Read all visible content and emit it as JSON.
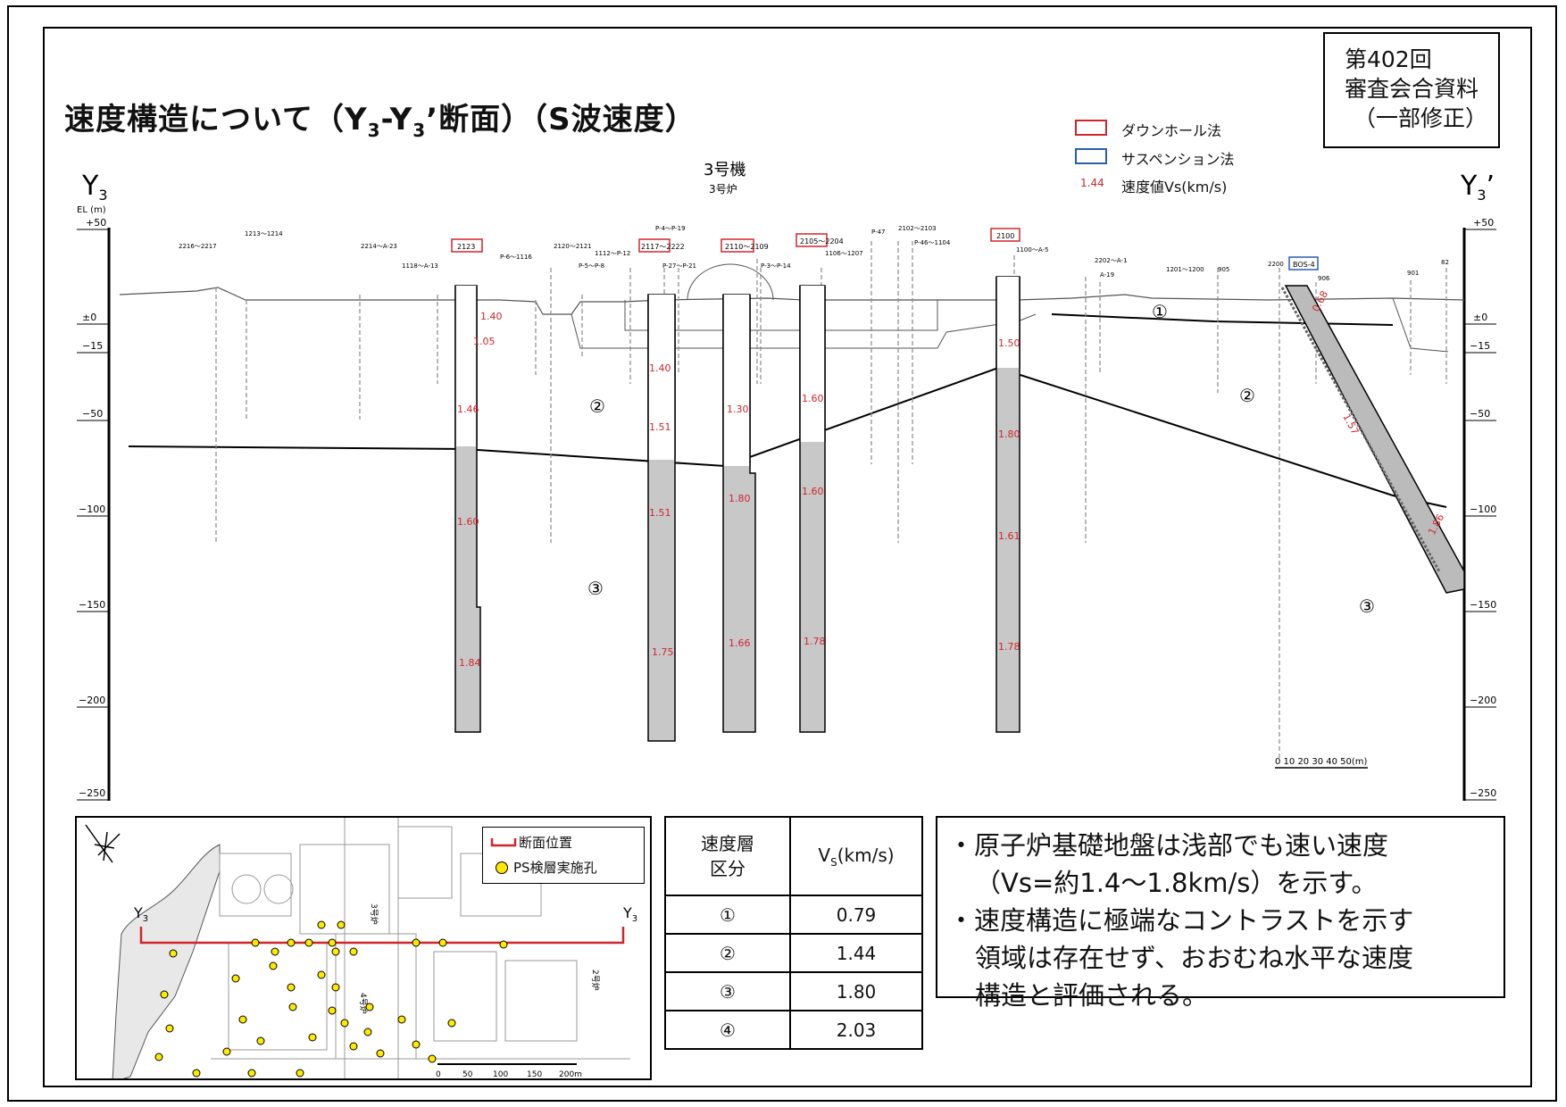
{
  "meeting_stamp": {
    "line1": "第402回",
    "line2": "審査会合資料",
    "line3": "（一部修正）"
  },
  "title": {
    "main": "速度構造について（Y",
    "sub1": "3",
    "dash": "-Y",
    "sub2": "3",
    "rest": "’断面）（S波速度）"
  },
  "legend": {
    "downhole": "ダウンホール法",
    "suspension": "サスペンション法",
    "vs_sample": "1.44",
    "vs_label": "速度値Vs(km/s)",
    "downhole_color": "#d0262b",
    "suspension_color": "#2a5db0"
  },
  "section": {
    "left_label": "Y",
    "left_sub": "3",
    "right_label": "Y",
    "right_sub": "3",
    "right_prime": "’",
    "el_label": "EL (m)",
    "unit_label": "3号機",
    "reactor_label": "3号炉",
    "left_axis_ticks": [
      "+50",
      "±0",
      "−15",
      "−50",
      "−100",
      "−150",
      "−200",
      "−250"
    ],
    "right_axis_ticks": [
      "+50",
      "±0",
      "−15",
      "−50",
      "−100",
      "−150",
      "−200",
      "−250"
    ],
    "zones": [
      "①",
      "②",
      "②",
      "③",
      "③"
    ],
    "boreholes_top": [
      "2216〜2217",
      "1213〜1214",
      "2214〜A-23",
      "1118〜A-13",
      "P-6〜1116",
      "2120〜2121",
      "1112〜P-12",
      "P-5〜P-8",
      "P-4〜P-19",
      "P-27〜P-21",
      "P-3〜P-14",
      "1106〜1207",
      "P-47",
      "2102〜2103",
      "P-46〜1104",
      "1100〜A-5",
      "2202〜A-1",
      "A-19",
      "1201〜1200",
      "905",
      "2200",
      "906",
      "901",
      "82"
    ],
    "boxed_boreholes": [
      "2123",
      "2117〜2222",
      "2110〜2109",
      "2105〜2204",
      "2100",
      "BOS-4"
    ],
    "vs_values": [
      "1.40",
      "1.05",
      "1.46",
      "1.60",
      "1.84",
      "1.40",
      "1.51",
      "1.51",
      "1.75",
      "1.30",
      "1.80",
      "1.66",
      "1.60",
      "1.60",
      "1.78",
      "1.50",
      "1.80",
      "1.61",
      "1.78",
      "0.68",
      "1.57",
      "1.86"
    ],
    "scale_label": "0  10  20  30  40  50(m)"
  },
  "map": {
    "legend_section": "断面位置",
    "legend_ps": "PS検層実施孔",
    "label_y3_left": "Y",
    "label_y3_right": "Y",
    "label_sub": "3",
    "unit3": "3号炉",
    "unit4": "4号炉",
    "unit2": "2号炉",
    "scale": [
      "0",
      "50",
      "100",
      "150",
      "200m"
    ]
  },
  "table": {
    "head_layer": "速度層",
    "head_layer2": "区分",
    "head_vs": "V",
    "head_vs_sub": "S",
    "head_vs_unit": "(km/s)",
    "rows": [
      {
        "layer": "①",
        "vs": "0.79"
      },
      {
        "layer": "②",
        "vs": "1.44"
      },
      {
        "layer": "③",
        "vs": "1.80"
      },
      {
        "layer": "④",
        "vs": "2.03"
      }
    ]
  },
  "notes": {
    "line1": "・原子炉基礎地盤は浅部でも速い速度",
    "line2": "（Vs=約1.4〜1.8km/s）を示す。",
    "line3": "・速度構造に極端なコントラストを示す",
    "line4": "領域は存在せず、おおむね水平な速度",
    "line5": "構造と評価される。"
  }
}
